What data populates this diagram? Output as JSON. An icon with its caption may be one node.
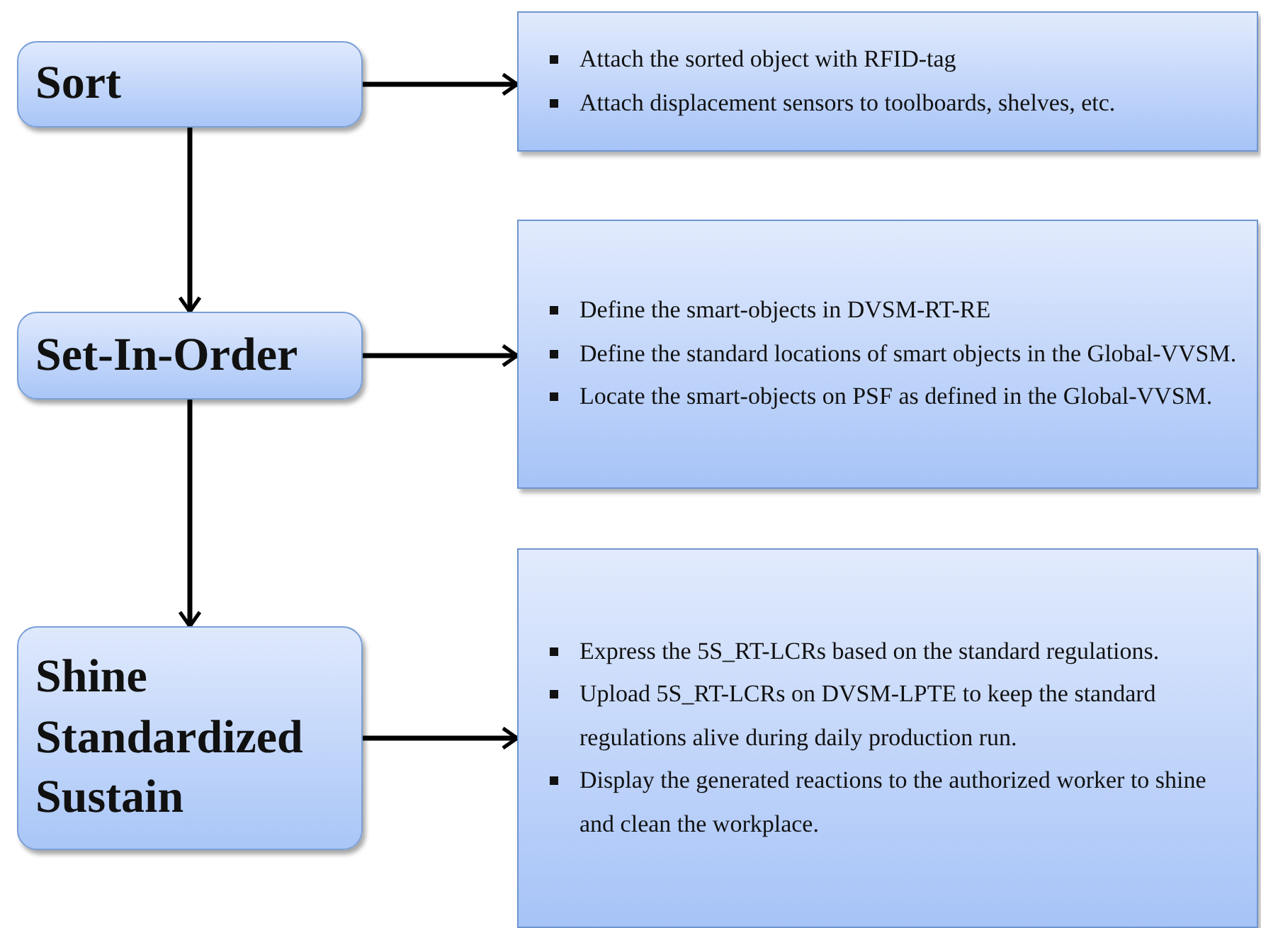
{
  "diagram": {
    "nodes": [
      {
        "text": [
          "Sort"
        ]
      },
      {
        "text": [
          "Attach the sorted object with RFID-tag",
          "Attach displacement sensors  to toolboards,  shelves, etc."
        ]
      },
      {
        "text": [
          "Set-In-Order"
        ]
      },
      {
        "text": [
          "Define the smart-objects in DVSM-RT-RE",
          "Define the standard locations of smart objects in the Global-VVSM.",
          "Locate  the smart-objects on PSF  as defined in the Global-VVSM."
        ]
      },
      {
        "text": [
          "Shine",
          "Standardized",
          "Sustain"
        ]
      },
      {
        "text": [
          "Express the 5S_RT-LCRs based on the standard  regulations.",
          "Upload 5S_RT-LCRs on DVSM-LPTE  to keep the standard regulations alive during daily production run.",
          "Display the generated reactions to the authorized worker to  shine and clean the workplace."
        ]
      }
    ],
    "edges": [
      {
        "from": 0,
        "to": 1,
        "arrow": "to"
      },
      {
        "from": 0,
        "to": 2,
        "arrow": "to"
      },
      {
        "from": 2,
        "to": 3,
        "arrow": "to"
      },
      {
        "from": 2,
        "to": 4,
        "arrow": "to"
      },
      {
        "from": 4,
        "to": 5,
        "arrow": "to"
      }
    ]
  }
}
